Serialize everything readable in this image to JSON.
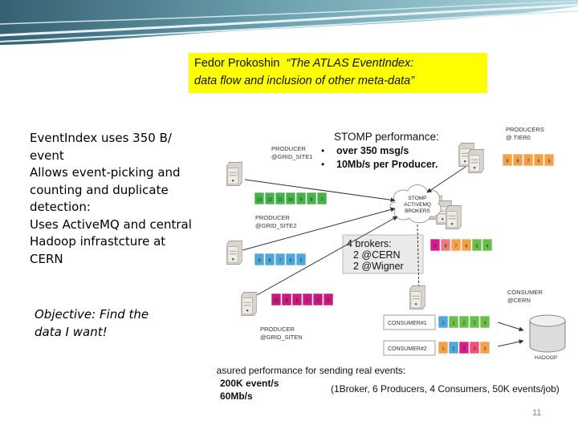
{
  "slide": {
    "title_author": "Fedor Prokoshin",
    "title_quote": "“The ATLAS EventIndex:",
    "title_line2": "data flow and inclusion of other meta-data”",
    "left_lines": [
      "EventIndex uses 350 B/",
      "event",
      "Allows event-picking and",
      "counting and duplicate",
      "detection:",
      "Uses ActiveMQ and central",
      "Hadoop infrastcture at",
      "CERN"
    ],
    "objective_lines": [
      "Objective: Find the",
      "data I want!"
    ],
    "page_number": "11"
  },
  "diagram": {
    "stomp_title": "STOMP performance:",
    "stomp_bullets": [
      "over 350 msg/s",
      "10Mb/s per Producer."
    ],
    "producer_tier0": [
      "PRODUCERS",
      "@ TIER0"
    ],
    "producer_site1": [
      "PRODUCER",
      "@GRID_SITE1"
    ],
    "producer_site2": [
      "PRODUCER",
      "@GRID_SITE2"
    ],
    "producer_siten": [
      "PRODUCER",
      "@GRID_SITEN"
    ],
    "brokers_label": [
      "STOMP",
      "ACTIVEMQ",
      "BROKERS"
    ],
    "brokers_box": [
      "4 brokers:",
      "2 @CERN",
      "2 @Wigner"
    ],
    "consumer_cern": [
      "CONSUMER",
      "@CERN"
    ],
    "consumer1": "CONSUMER#1",
    "consumer2": "CONSUMER#2",
    "hadoop": "HADOOP",
    "measured_title": "Measured performance for sending real events:",
    "measured_bullets": [
      "200K event/s",
      "60Mb/s"
    ],
    "measured_note": "(1Broker, 6 Producers, 4 Consumers, 50K events/job)",
    "queue_tier0": [
      "9",
      "8",
      "7",
      "6",
      "5"
    ],
    "queue_site1": [
      "13",
      "12",
      "11",
      "10",
      "9",
      "8",
      "7"
    ],
    "queue_site2": [
      "9",
      "8",
      "7",
      "6",
      "5"
    ],
    "queue_siten": [
      "10",
      "9",
      "8",
      "7",
      "6",
      "5"
    ],
    "queue_broker": [
      "9",
      "8",
      "7",
      "6",
      "5",
      "4"
    ],
    "queue_c1": [
      "1",
      "1",
      "2",
      "2",
      "3"
    ],
    "queue_c2": [
      "1",
      "2",
      "4",
      "3",
      "3"
    ]
  }
}
